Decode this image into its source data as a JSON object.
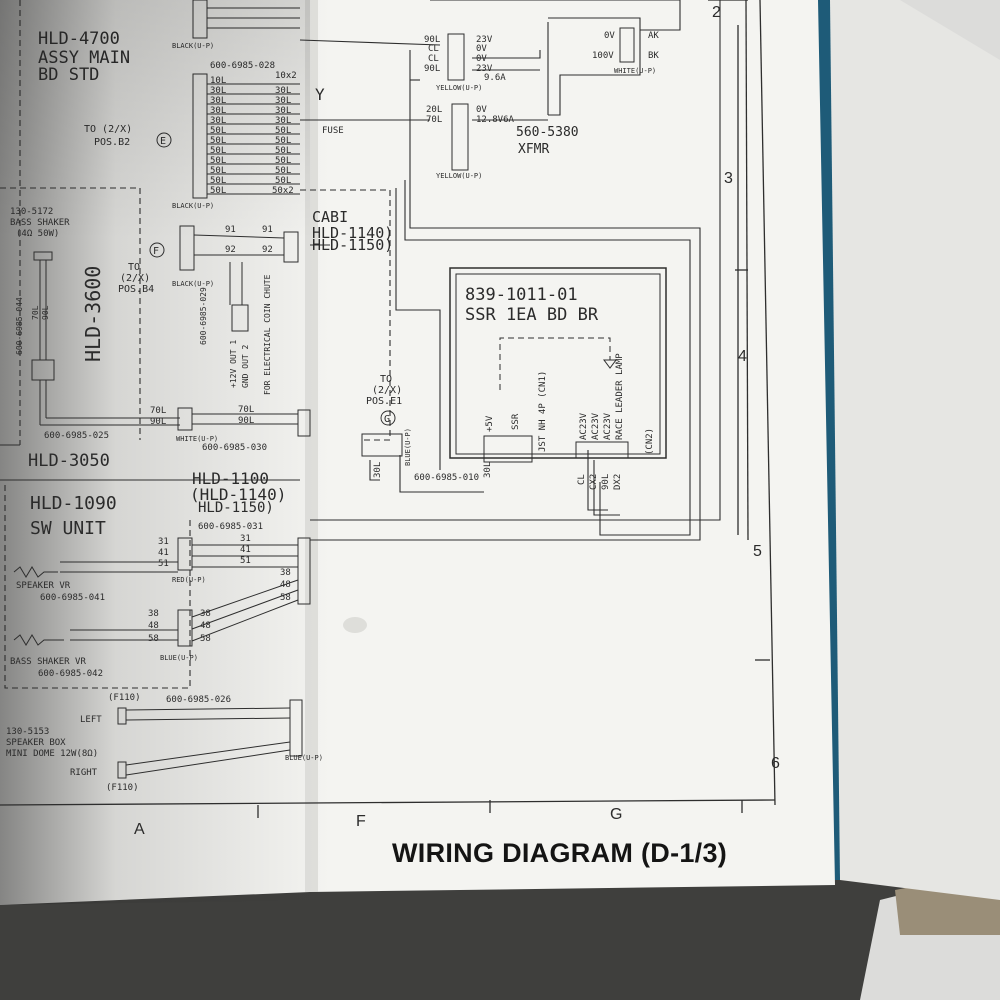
{
  "document": {
    "title": "WIRING DIAGRAM (D-1/3)",
    "grid_rows": [
      "2",
      "3",
      "4",
      "5",
      "6"
    ],
    "grid_cols": [
      "A",
      "F",
      "G"
    ]
  },
  "boards": {
    "main_bd": {
      "name": "HLD-4700",
      "line2": "ASSY MAIN",
      "line3": "BD STD"
    },
    "hld3600": "HLD-3600",
    "hld3050": "HLD-3050",
    "hld1100": {
      "name": "HLD-1100",
      "alt1": "(HLD-1140)",
      "alt2": "HLD-1150)"
    },
    "sw_unit": {
      "name": "HLD-1090",
      "line2": "SW UNIT"
    },
    "ssr": {
      "part": "839-1011-01",
      "name": "SSR 1EA BD BR"
    },
    "xfmr": {
      "part": "560-5380",
      "name": "XFMR"
    },
    "cabi": {
      "name": "CABI",
      "alt1": "HLD-1140)",
      "alt2": "HLD-1150)"
    }
  },
  "labels": {
    "to_2x_b2": "TO (2/X)",
    "pos_b2": "POS.B2",
    "to_2x_b4": "TO",
    "to_2x_b4_2": "(2/X)",
    "pos_b4": "POS.B4",
    "to_2x_e1": "TO",
    "to_2x_e1_2": "(2/X)",
    "pos_e1": "POS.E1",
    "marker_e": "E",
    "marker_f": "F",
    "marker_g": "G",
    "bass_shaker": "130-5172",
    "bass_shaker2": "BASS SHAKER",
    "bass_shaker3": "(4Ω 50W)",
    "speaker_vr": "SPEAKER VR",
    "bass_shaker_vr": "BASS SHAKER VR",
    "speaker_box": "130-5153",
    "speaker_box2": "SPEAKER BOX",
    "speaker_box3": "MINI DOME 12W(8Ω)",
    "left": "LEFT",
    "right": "RIGHT",
    "f110_top": "(F110)",
    "f110_bot": "(F110)",
    "coin_chute": "FOR ELECTRICAL COIN CHUTE",
    "out1": "+12V OUT 1",
    "out2": "GND OUT 2",
    "fuse": "FUSE",
    "sst_nh": "JST NH 4P (CN1)",
    "plus5v": "+5V",
    "ssr_pin": "SSR",
    "ac23v_1": "AC23V",
    "ac23v_2": "AC23V",
    "ac23v_3": "AC23V",
    "race_leader": "RACE LEADER LAMP",
    "cn2": "(CN2)",
    "sec_left": "Y",
    "xfmr_v1": "23V",
    "xfmr_v2": "0V",
    "xfmr_v3": "0V",
    "xfmr_v4": "23V",
    "xfmr_a1": "9.6A",
    "xfmr_v5": "0V",
    "xfmr_a2": "12.8V6A",
    "xfmr_in1": "0V",
    "xfmr_in2": "100V",
    "ak": "AK",
    "bk": "BK"
  },
  "harness": {
    "h028": "600-6985-028",
    "h029": "600-6985-029",
    "h044": "600-6985-044",
    "h025": "600-6985-025",
    "h030": "600-6985-030",
    "h010": "600-6985-010",
    "h031": "600-6985-031",
    "h041": "600-6985-041",
    "h042": "600-6985-042",
    "h026": "600-6985-026"
  },
  "connector_colors": {
    "black": "BLACK(U-P)",
    "white": "WHITE(U-P)",
    "yellow": "YELLOW(U-P)",
    "red": "RED(U-P)",
    "blue": "BLUE(U-P)"
  },
  "wires": {
    "main_pins": [
      "10L",
      "30L",
      "30L",
      "30L",
      "30L",
      "50L",
      "50L",
      "50L",
      "50L",
      "50L",
      "50L",
      "50L"
    ],
    "main_right": [
      "10x2",
      "30L",
      "30L",
      "30L",
      "30L",
      "50L",
      "50L",
      "50L",
      "50L",
      "50L",
      "50L",
      "50x2"
    ],
    "f_wires": [
      "91",
      "92"
    ],
    "w_70l": "70L",
    "w_90l": "90L",
    "w_30l": "30L",
    "sw_pins": [
      "31",
      "41",
      "51"
    ],
    "sw_pins2": [
      "38",
      "48",
      "58"
    ],
    "cx": [
      "CL",
      "CX2",
      "90L",
      "DX2"
    ],
    "xfmr_pins": [
      "90L",
      "CL",
      "CL",
      "90L"
    ],
    "xfmr_pins2": [
      "20L",
      "70L"
    ]
  },
  "colors": {
    "paper": "#f4f4f1",
    "ink": "#2e2e2e",
    "background": "#4a4a48",
    "cardboard": "#a89c85"
  }
}
